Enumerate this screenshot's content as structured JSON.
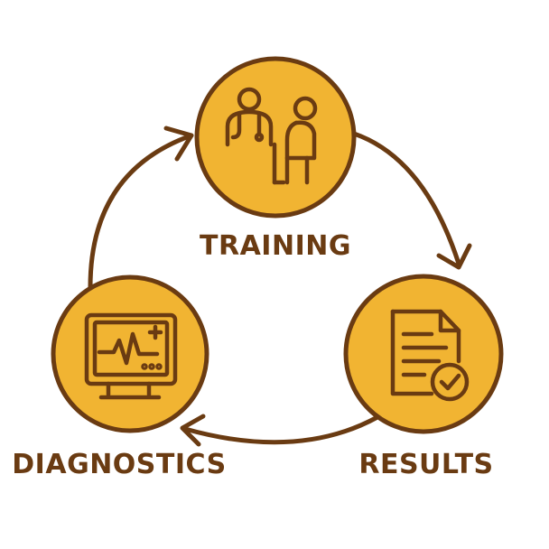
{
  "colors": {
    "fill": "#F1B432",
    "stroke": "#6A3B12",
    "text": "#6A3B12"
  },
  "nodes": [
    {
      "id": "training",
      "label": "TRAINING",
      "icon": "doctor-patient-icon"
    },
    {
      "id": "results",
      "label": "RESULTS",
      "icon": "report-check-icon"
    },
    {
      "id": "diagnostics",
      "label": "DIAGNOSTICS",
      "icon": "ecg-monitor-icon"
    }
  ],
  "edges": [
    {
      "from": "training",
      "to": "results"
    },
    {
      "from": "results",
      "to": "diagnostics"
    },
    {
      "from": "diagnostics",
      "to": "training"
    }
  ]
}
